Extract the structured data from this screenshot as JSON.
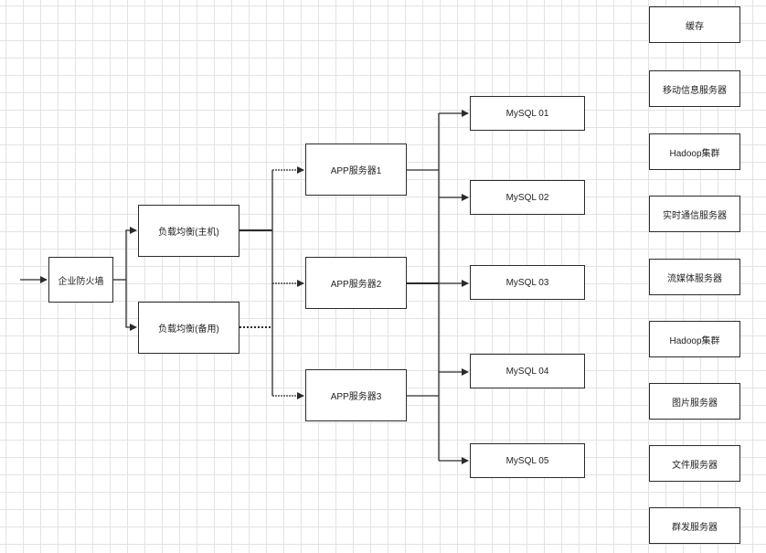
{
  "diagram": {
    "firewall": {
      "label": "企业防火墙"
    },
    "lb_primary": {
      "label": "负载均衡(主机)"
    },
    "lb_backup": {
      "label": "负载均衡(备用)"
    },
    "app_servers": [
      {
        "label": "APP服务器1"
      },
      {
        "label": "APP服务器2"
      },
      {
        "label": "APP服务器3"
      }
    ],
    "databases": [
      {
        "label": "MySQL 01"
      },
      {
        "label": "MySQL 02"
      },
      {
        "label": "MySQL 03"
      },
      {
        "label": "MySQL 04"
      },
      {
        "label": "MySQL 05"
      }
    ],
    "side_services": [
      {
        "label": "缓存"
      },
      {
        "label": "移动信息服务器"
      },
      {
        "label": "Hadoop集群"
      },
      {
        "label": "实时通信服务器"
      },
      {
        "label": "流媒体服务器"
      },
      {
        "label": "Hadoop集群"
      },
      {
        "label": "图片服务器"
      },
      {
        "label": "文件服务器"
      },
      {
        "label": "群发服务器"
      }
    ]
  }
}
